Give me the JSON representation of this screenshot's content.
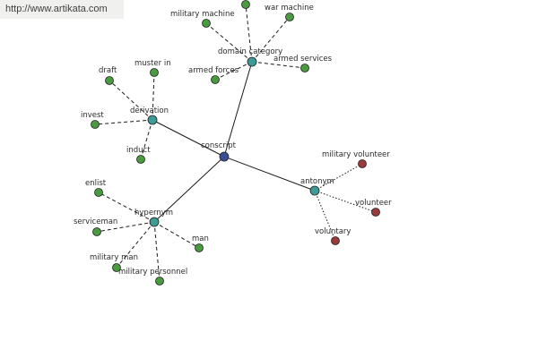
{
  "watermark": "http://www.artikata.com",
  "colors": {
    "root": "#3a4f93",
    "relation": "#3e9c97",
    "word": "#4a9a3f",
    "antonym_word": "#9a3a3a"
  },
  "graph": {
    "root": {
      "id": "concept",
      "label": "conscript"
    },
    "relations": [
      {
        "id": "domain",
        "label": "domain category",
        "style": "dashed",
        "kind": "word"
      },
      {
        "id": "derivation",
        "label": "derivation",
        "style": "dashed",
        "kind": "word"
      },
      {
        "id": "hypernym",
        "label": "hypernym",
        "style": "dashed",
        "kind": "word"
      },
      {
        "id": "antonym",
        "label": "antonym",
        "style": "dotted",
        "kind": "antonym_word"
      }
    ],
    "words": [
      {
        "id": "w1",
        "parent": "domain",
        "label": "military machine"
      },
      {
        "id": "w2",
        "parent": "domain",
        "label": ""
      },
      {
        "id": "w3",
        "parent": "domain",
        "label": "war machine"
      },
      {
        "id": "w4",
        "parent": "domain",
        "label": "armed forces"
      },
      {
        "id": "w5",
        "parent": "domain",
        "label": "armed services"
      },
      {
        "id": "w6",
        "parent": "derivation",
        "label": "draft"
      },
      {
        "id": "w7",
        "parent": "derivation",
        "label": "muster in"
      },
      {
        "id": "w8",
        "parent": "derivation",
        "label": "invest"
      },
      {
        "id": "w9",
        "parent": "derivation",
        "label": "induct"
      },
      {
        "id": "w10",
        "parent": "hypernym",
        "label": "enlist"
      },
      {
        "id": "w11",
        "parent": "hypernym",
        "label": "serviceman"
      },
      {
        "id": "w12",
        "parent": "hypernym",
        "label": "man"
      },
      {
        "id": "w13",
        "parent": "hypernym",
        "label": "military man"
      },
      {
        "id": "w14",
        "parent": "hypernym",
        "label": "military personnel"
      },
      {
        "id": "w15",
        "parent": "antonym",
        "label": "military volunteer"
      },
      {
        "id": "w16",
        "parent": "antonym",
        "label": "volunteer"
      },
      {
        "id": "w17",
        "parent": "antonym",
        "label": "voluntary"
      }
    ]
  }
}
